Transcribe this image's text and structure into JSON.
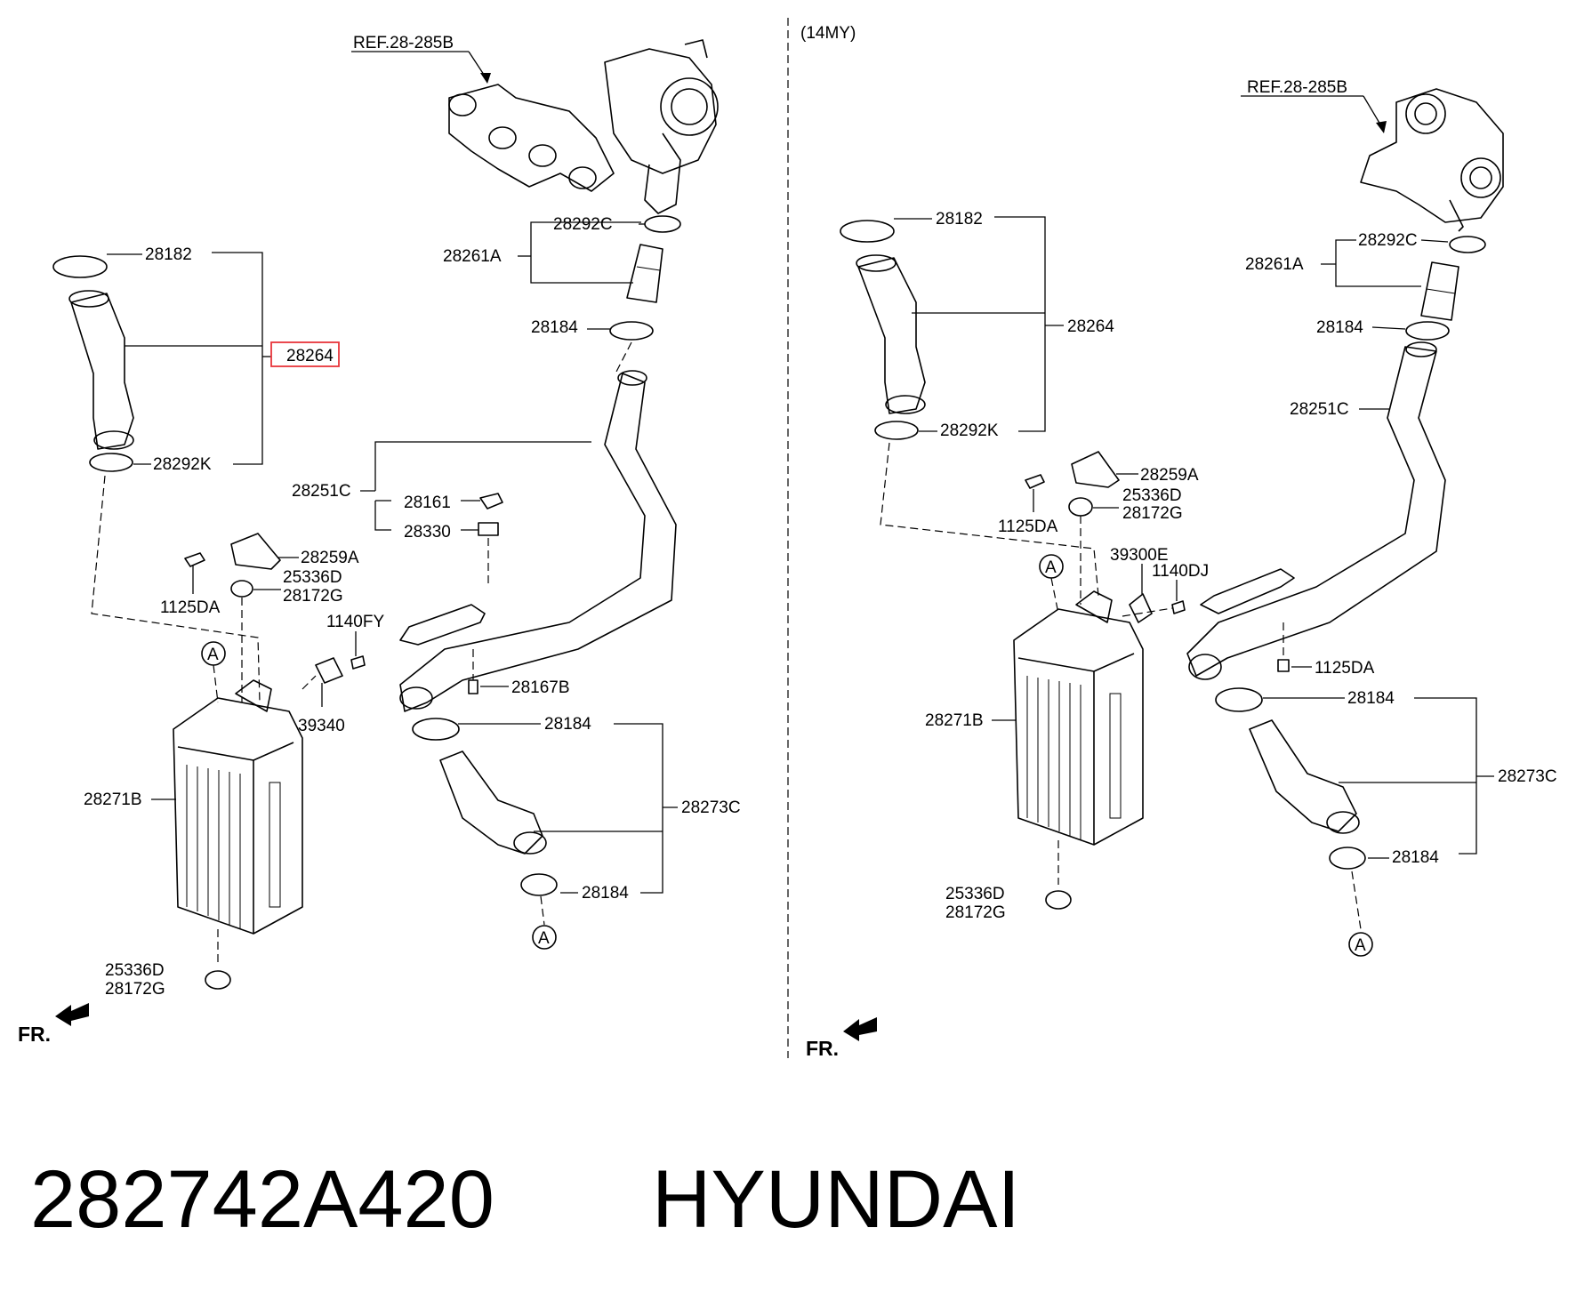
{
  "variant_label": "(14MY)",
  "left": {
    "ref_label": "REF.28-285B",
    "labels": {
      "l28182": "28182",
      "l28264": "28264",
      "l28292K": "28292K",
      "l28292C": "28292C",
      "l28261A": "28261A",
      "l28184_top": "28184",
      "l28251C": "28251C",
      "l28161": "28161",
      "l28330": "28330",
      "l28259A": "28259A",
      "l25336D_a": "25336D",
      "l28172G_a": "28172G",
      "l1125DA": "1125DA",
      "l1140FY": "1140FY",
      "l39340": "39340",
      "l28167B": "28167B",
      "l28184_mid": "28184",
      "l28271B": "28271B",
      "l28273C": "28273C",
      "l28184_bot": "28184",
      "l25336D_b": "25336D",
      "l28172G_b": "28172G"
    },
    "marker_top": "A",
    "marker_bottom": "A",
    "direction": "FR."
  },
  "right": {
    "ref_label": "REF.28-285B",
    "labels": {
      "r28182": "28182",
      "r28264": "28264",
      "r28292K": "28292K",
      "r28292C": "28292C",
      "r28261A": "28261A",
      "r28184_top": "28184",
      "r28251C": "28251C",
      "r28259A": "28259A",
      "r25336D_a": "25336D",
      "r28172G_a": "28172G",
      "r1125DA_a": "1125DA",
      "r39300E": "39300E",
      "r1140DJ": "1140DJ",
      "r1125DA_b": "1125DA",
      "r28271B": "28271B",
      "r28184_mid": "28184",
      "r28273C": "28273C",
      "r28184_bot": "28184",
      "r25336D_b": "25336D",
      "r28172G_b": "28172G"
    },
    "marker_top": "A",
    "marker_bottom": "A",
    "direction": "FR."
  },
  "highlight": {
    "part": "28264",
    "color": "#e8353b"
  },
  "footer": {
    "part_number": "282742A420",
    "brand": "HYUNDAI"
  }
}
